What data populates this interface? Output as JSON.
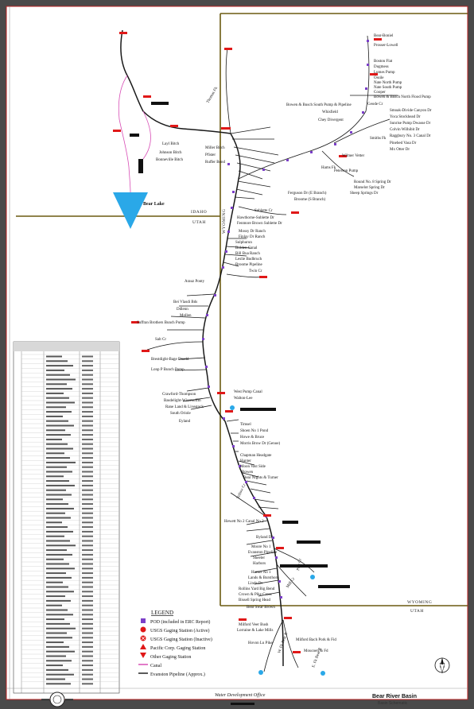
{
  "states": {
    "idaho": "IDAHO",
    "utah": "UTAH",
    "wyoming": "WYOMING",
    "wyoming_utah_wy": "WYOMING",
    "wyoming_utah_ut": "UTAH"
  },
  "lakes": {
    "bear_lake": "Bear Lake"
  },
  "streams": [
    "Thomas Fk",
    "Smiths Fk",
    "Sublette Cr",
    "Twin Cr",
    "Salt Cr",
    "Yellow Cr",
    "Mill Cr",
    "W. Fk Bear R",
    "E. Fk Bear R",
    "Hams Fk",
    "Pine Cr"
  ],
  "labels_left": [
    "Layl Bitch",
    "Johnson Bitch",
    "Bonneville Bitch",
    "Miller Bitch",
    "Pfister",
    "Ruffer Bond",
    "Arauz Ponty",
    "Bei Vlasdi Bds",
    "Ddlenn",
    "Mollen",
    "Suffran Brothers Bunch Pump",
    "Brestdight-Bage Dnadd",
    "Lonp P Bunch Pump",
    "Crawford-Thompson",
    "Basdelight-Wisemoffin",
    "Rane Land & Livestock",
    "South Oriole",
    "Eyland"
  ],
  "labels_right": [
    "Bear-Boniel",
    "Prosser-Lowell",
    "Boston Flat",
    "Dugmess",
    "Lumes Pump",
    "Ossile",
    "Nate North Pump",
    "Nate South Pump",
    "Cooper",
    "Bowen & Busch North Flood Pump",
    "Geode Cr",
    "Bowen & Busch South Pump & Pipeline",
    "Whisfield",
    "Chey Divergent",
    "Smoak-Divide Canyon Dr",
    "Yoca Stockhead Dr",
    "Sunrise Pump Dwasse Dr",
    "Colvin Wilhibit Dr",
    "Raggbury No. 3 Canal Dr",
    "Pinebed Vasa Dr",
    "Mx Otter Dr",
    "Wilmer Vetter",
    "Peterson Pump",
    "Round No. 8 Spring Dr",
    "Marselot Spring Dr",
    "Sheep Springs Dr",
    "Ferguson Dr (E Branch)",
    "Broome (S Branch)",
    "Hawthorne-Sublette Dr",
    "Fenmore Brown Sublette Dr",
    "Mossy Dr Ranch",
    "Finlay Dr Ranch",
    "Sulphurun",
    "Bolden Canal",
    "Bill Bua Ranch",
    "Leslie Budbruch",
    "Broome Pipeline",
    "West Pump Canal",
    "Walton-Lee",
    "Timsel",
    "Shoen No 1 Pond",
    "Howe & Bruce",
    "Morris Brow Dr (Genoe)",
    "Chapman Headgate",
    "Hunter",
    "Moon Vast Side",
    "Bowen",
    "Bear Nights & Turner",
    "Hewett No 2 Canal No 2",
    "Byland Dr",
    "Moore No 1",
    "Evanston Pipeline",
    "Sheeler",
    "Harbors",
    "Harms No 1",
    "Lands & Bursthorn",
    "Linde Dr",
    "Rollins Yard Big Bend",
    "Crown & Pike Cross",
    "Bissell Spring Head",
    "Bear Swar Brown",
    "Milford Veer Bush",
    "Lorraine & Lake Mills",
    "Hovon Lu Pike",
    "Milford Bach Pork & Fid",
    "Moucoen & Fd"
  ],
  "legend": {
    "title": "LEGEND",
    "items": [
      {
        "label": "POD (included in ERC Report)",
        "symbol": "square",
        "color": "#7b3fc8"
      },
      {
        "label": "USGS Gaging Station (Active)",
        "symbol": "circle",
        "color": "#e01818"
      },
      {
        "label": "USGS Gaging Station (Inactive)",
        "symbol": "circle-x",
        "color": "#e01818"
      },
      {
        "label": "Pacific Corp. Gaging Station",
        "symbol": "triangle-up",
        "color": "#e01818"
      },
      {
        "label": "Other Gaging Station",
        "symbol": "triangle-down",
        "color": "#e01818"
      },
      {
        "label": "Canal",
        "symbol": "line",
        "color": "#d84fb6"
      },
      {
        "label": "Evanston Pipeline (Approx.)",
        "symbol": "line",
        "color": "#222222"
      }
    ]
  },
  "footer": {
    "office": "Water Development Office",
    "title": "Bear River Basin",
    "subtitle": "Basin Schematic"
  },
  "colors": {
    "frame": "#4a4a4a",
    "border_line": "#6b5a10",
    "lake": "#2aa8e8",
    "pod": "#7b3fc8",
    "gage": "#e01818",
    "canal": "#d84fb6"
  }
}
